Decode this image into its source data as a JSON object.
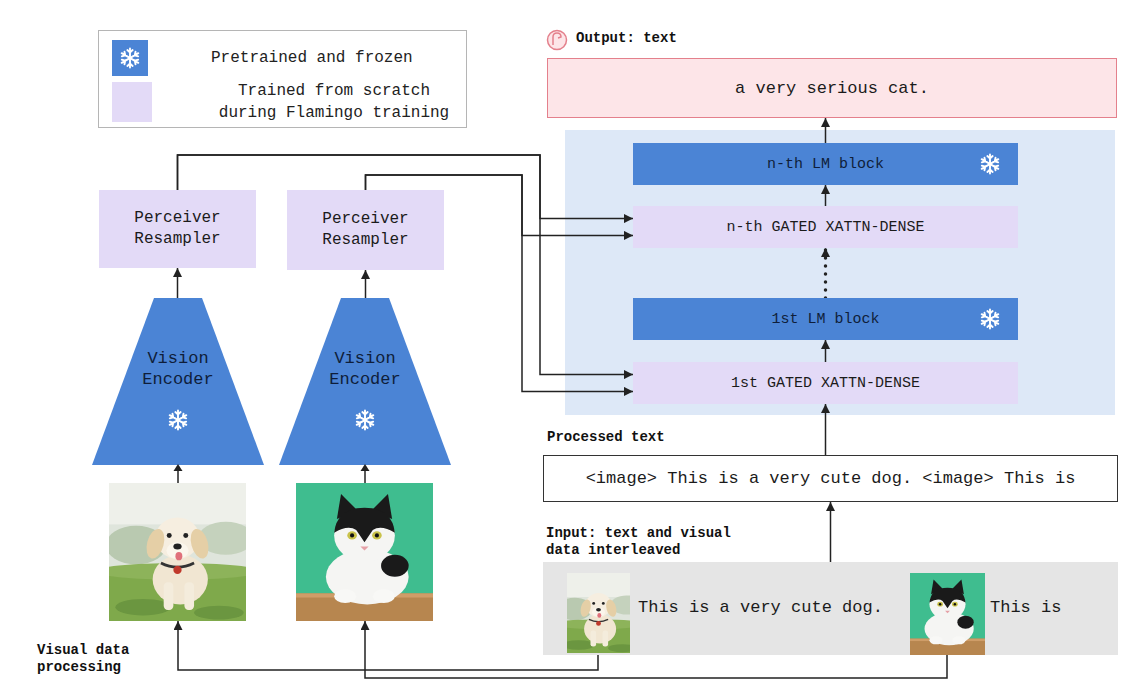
{
  "diagram": {
    "nodes": [
      {
        "text": [
          "Perceiver Resampler"
        ]
      },
      {
        "text": [
          "Perceiver Resampler"
        ]
      },
      {
        "text": [
          "Vision Encoder"
        ]
      },
      {
        "text": [
          "Vision Encoder"
        ]
      },
      {
        "text": [
          "Output: text",
          "a very serious cat."
        ]
      },
      {
        "text": [
          "n-th LM block"
        ]
      },
      {
        "text": [
          "n-th GATED XATTN-DENSE"
        ]
      },
      {
        "text": [
          "1st LM block"
        ]
      },
      {
        "text": [
          "1st GATED XATTN-DENSE"
        ]
      },
      {
        "text": [
          "Processed text",
          "<image> This is a very cute dog. <image> This is"
        ]
      },
      {
        "text": [
          "Input: text and visual data interleaved",
          "This is a very cute dog.",
          "This is"
        ]
      }
    ],
    "edges": [
      {
        "from": 2,
        "to": 0,
        "arrow": "to"
      },
      {
        "from": 3,
        "to": 1,
        "arrow": "to"
      },
      {
        "from": 0,
        "to": 6,
        "arrow": "to"
      },
      {
        "from": 0,
        "to": 8,
        "arrow": "to"
      },
      {
        "from": 1,
        "to": 6,
        "arrow": "to"
      },
      {
        "from": 1,
        "to": 8,
        "arrow": "to"
      },
      {
        "from": 8,
        "to": 7,
        "arrow": "to"
      },
      {
        "from": 7,
        "to": 6,
        "arrow": "to"
      },
      {
        "from": 6,
        "to": 5,
        "arrow": "to"
      },
      {
        "from": 5,
        "to": 4,
        "arrow": "to"
      },
      {
        "from": 9,
        "to": 8,
        "arrow": "to"
      },
      {
        "from": 10,
        "to": 9,
        "arrow": "to"
      },
      {
        "from": 10,
        "to": 2,
        "arrow": "to"
      },
      {
        "from": 10,
        "to": 3,
        "arrow": "to"
      }
    ],
    "labels": [
      "Visual data processing"
    ],
    "legend": [
      {
        "text": "Pretrained and frozen",
        "color": "#4b84d5"
      },
      {
        "text": "Trained from scratch during Flamingo training",
        "color": "#e3daf7"
      }
    ]
  }
}
